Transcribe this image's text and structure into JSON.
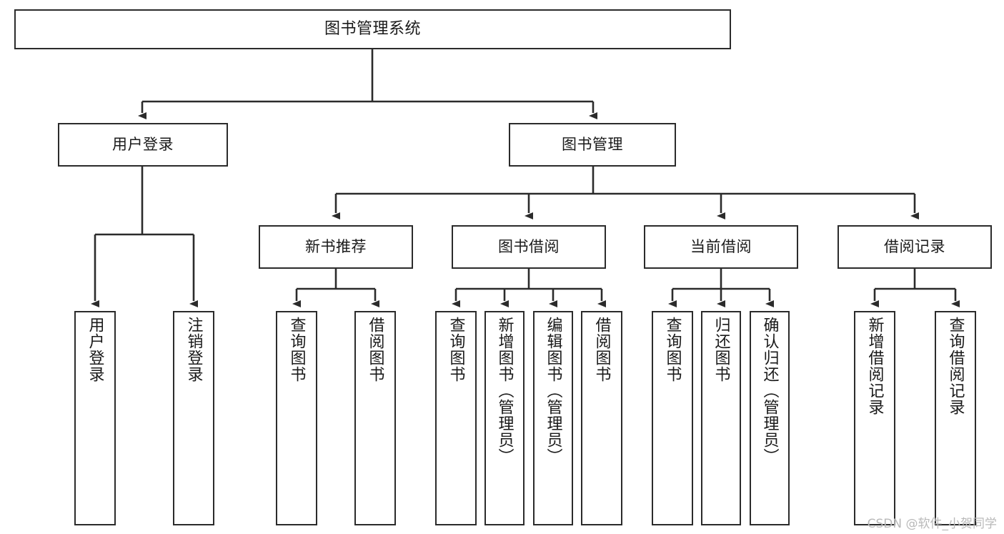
{
  "diagram": {
    "title": "图书管理系统",
    "type": "tree-structure-chart",
    "theme": {
      "background": "#ffffff",
      "box_border": "#2b2b2b",
      "line": "#2b2b2b",
      "text": "#1a1a1a",
      "watermark": "#b9b9b9"
    },
    "nodes": {
      "root": {
        "label": "图书管理系统",
        "orientation": "horizontal"
      },
      "level1": [
        {
          "id": "user-login",
          "label": "用户登录",
          "orientation": "horizontal"
        },
        {
          "id": "book-manage",
          "label": "图书管理",
          "orientation": "horizontal"
        }
      ],
      "level2": [
        {
          "id": "new-book-recommend",
          "label": "新书推荐",
          "orientation": "horizontal"
        },
        {
          "id": "book-borrow",
          "label": "图书借阅",
          "orientation": "horizontal"
        },
        {
          "id": "current-borrow",
          "label": "当前借阅",
          "orientation": "horizontal"
        },
        {
          "id": "borrow-record",
          "label": "借阅记录",
          "orientation": "horizontal"
        }
      ],
      "leaves": [
        {
          "id": "leaf-user-login",
          "label": "用户登录",
          "parent": "user-login",
          "orientation": "vertical"
        },
        {
          "id": "leaf-user-logout",
          "label": "注销登录",
          "parent": "user-login",
          "orientation": "vertical"
        },
        {
          "id": "leaf-query-book-1",
          "label": "查询图书",
          "parent": "new-book-recommend",
          "orientation": "vertical"
        },
        {
          "id": "leaf-borrow-book-1",
          "label": "借阅图书",
          "parent": "new-book-recommend",
          "orientation": "vertical"
        },
        {
          "id": "leaf-query-book-2",
          "label": "查询图书",
          "parent": "book-borrow",
          "orientation": "vertical"
        },
        {
          "id": "leaf-add-book",
          "label": "新增图书（管理员）",
          "parent": "book-borrow",
          "orientation": "vertical"
        },
        {
          "id": "leaf-edit-book",
          "label": "编辑图书（管理员）",
          "parent": "book-borrow",
          "orientation": "vertical"
        },
        {
          "id": "leaf-borrow-book-2",
          "label": "借阅图书",
          "parent": "book-borrow",
          "orientation": "vertical"
        },
        {
          "id": "leaf-query-book-3",
          "label": "查询图书",
          "parent": "current-borrow",
          "orientation": "vertical"
        },
        {
          "id": "leaf-return-book",
          "label": "归还图书",
          "parent": "current-borrow",
          "orientation": "vertical"
        },
        {
          "id": "leaf-confirm-return",
          "label": "确认归还（管理员）",
          "parent": "current-borrow",
          "orientation": "vertical"
        },
        {
          "id": "leaf-add-record",
          "label": "新增借阅记录",
          "parent": "borrow-record",
          "orientation": "vertical"
        },
        {
          "id": "leaf-query-record",
          "label": "查询借阅记录",
          "parent": "borrow-record",
          "orientation": "vertical"
        }
      ]
    }
  },
  "watermark": {
    "text": "CSDN @软件_小贺同学"
  }
}
